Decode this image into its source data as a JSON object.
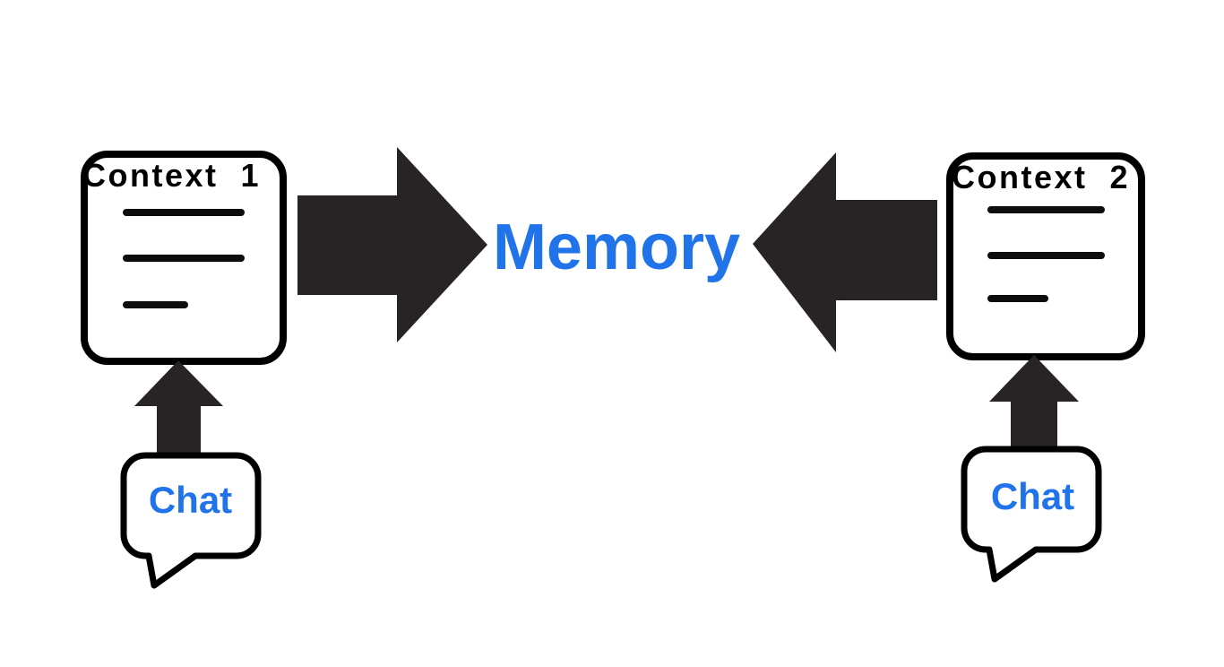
{
  "diagram": {
    "memory": {
      "label": "Memory"
    },
    "context_left": {
      "label": "Context  1"
    },
    "context_right": {
      "label": "Context  2"
    },
    "chat_left": {
      "label": "Chat"
    },
    "chat_right": {
      "label": "Chat"
    },
    "colors": {
      "accent_blue": "#2073e8",
      "arrow_dark": "#282425",
      "outline_black": "#000000",
      "background": "#ffffff"
    }
  }
}
